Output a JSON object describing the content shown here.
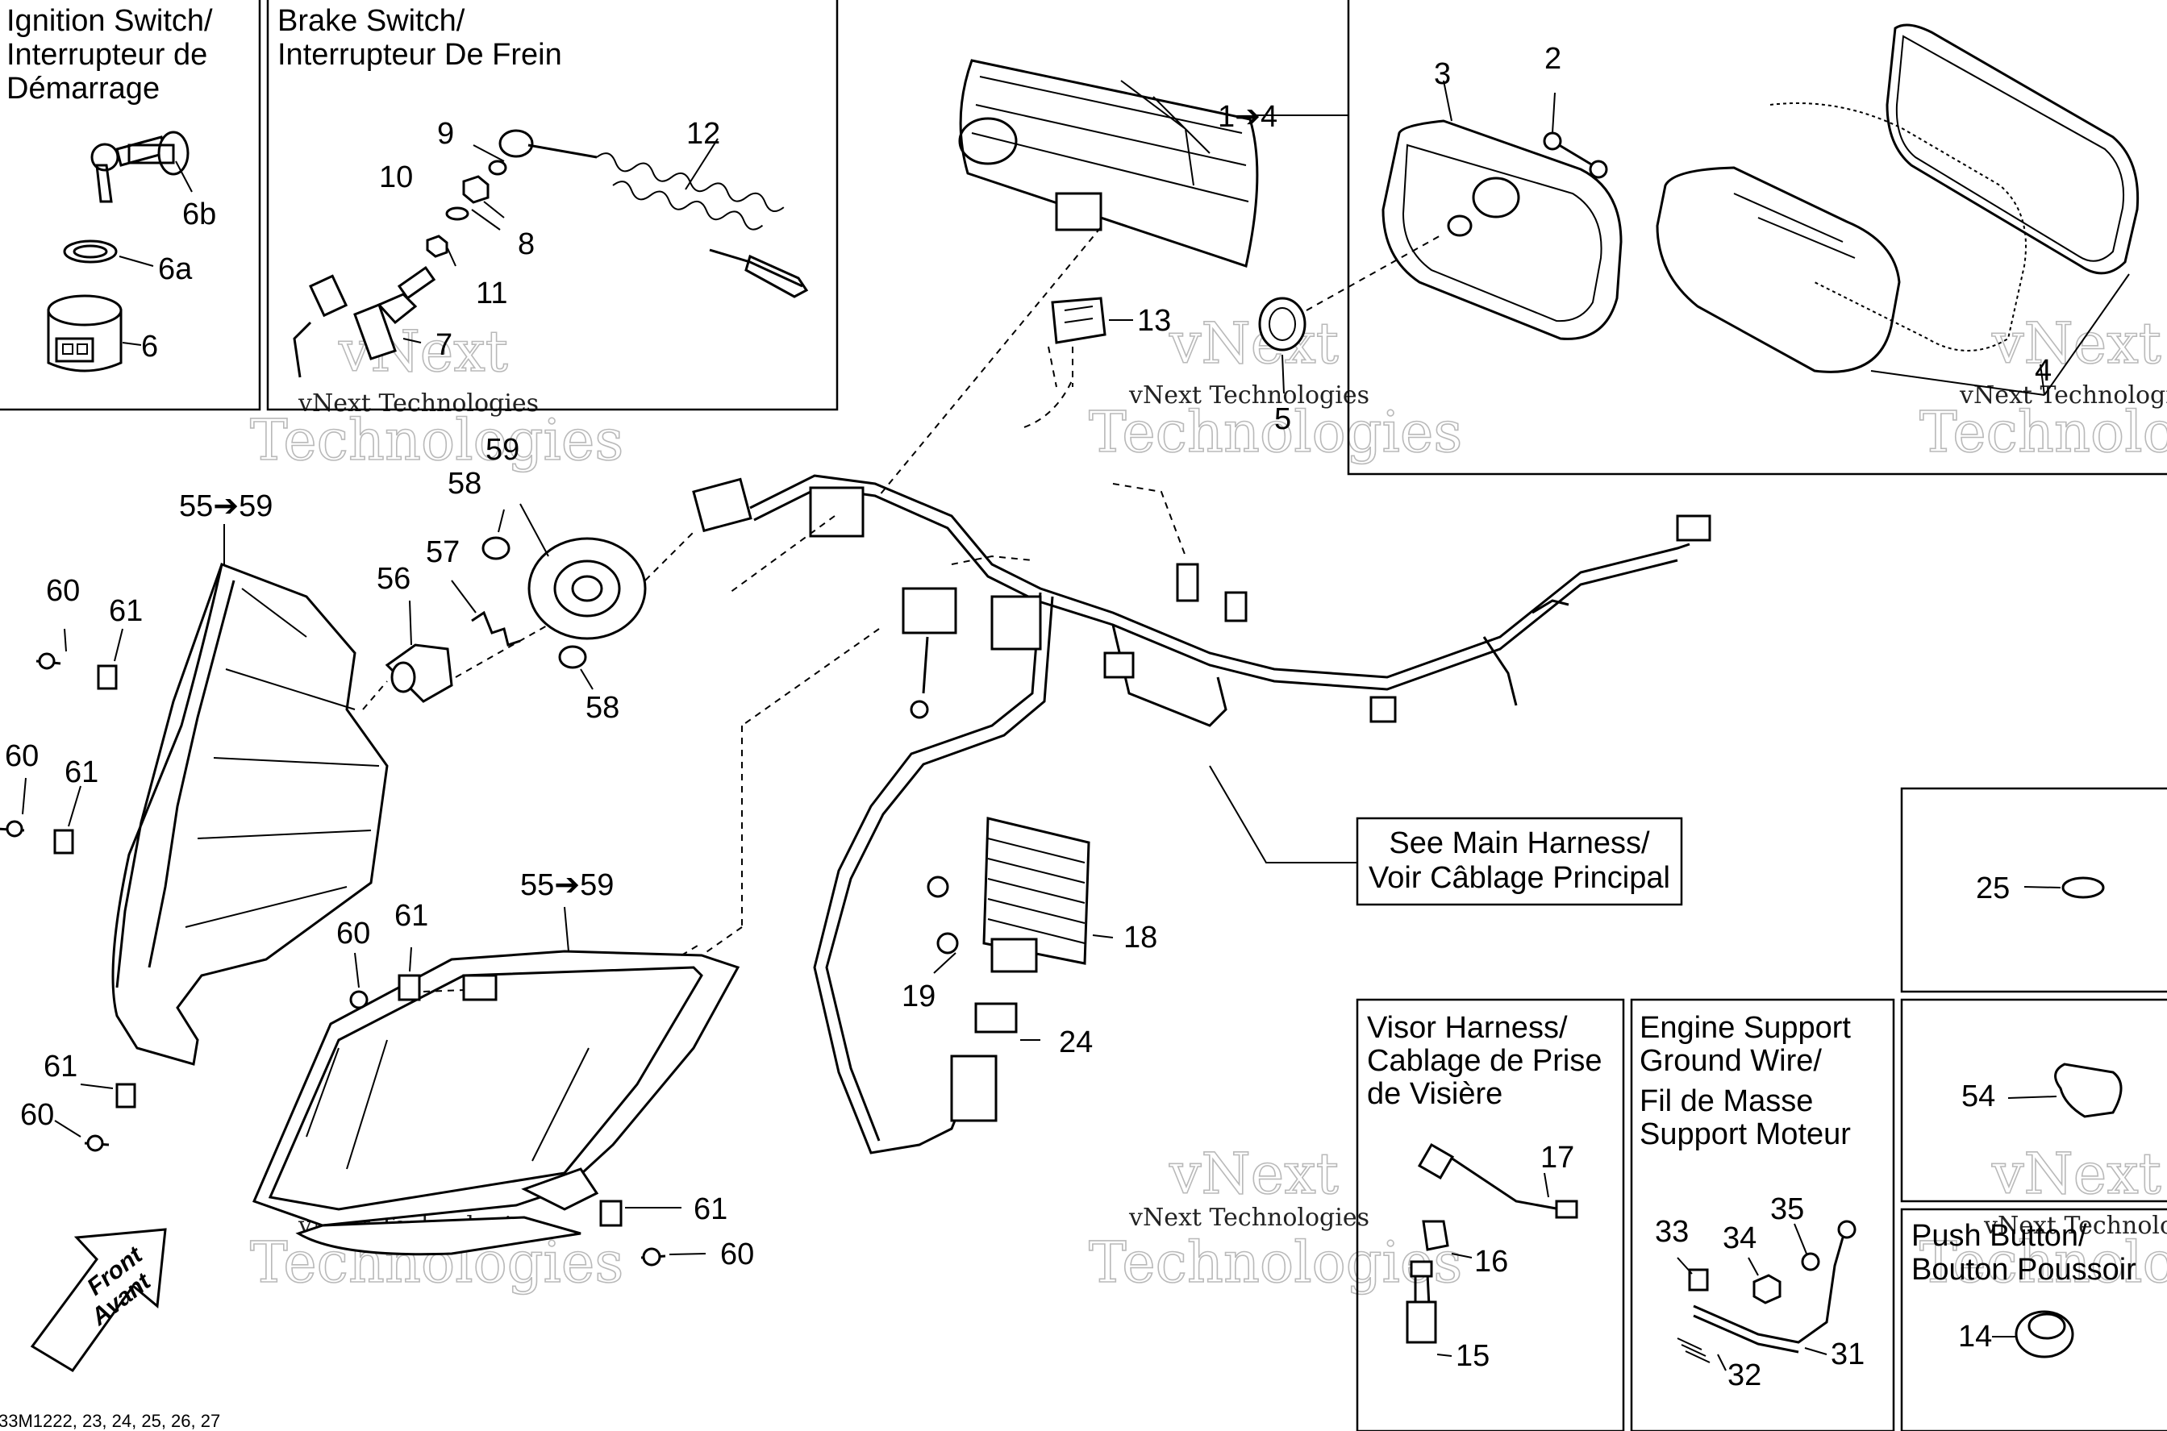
{
  "boxes": {
    "ignition": {
      "title_1": "Ignition Switch/",
      "title_2": "Interrupteur de",
      "title_3": "Démarrage"
    },
    "brake": {
      "title_1": "Brake Switch/",
      "title_2": "Interrupteur De Frein"
    },
    "main_harness": {
      "line_1": "See Main Harness/",
      "line_2": "Voir Câblage Principal"
    },
    "visor": {
      "line_1": "Visor Harness/",
      "line_2": "Cablage de Prise",
      "line_3": "de Visière"
    },
    "engine_ground": {
      "line_1": "Engine Support",
      "line_2": "Ground Wire/",
      "line_3": "Fil de Masse",
      "line_4": "Support Moteur"
    },
    "push_button": {
      "line_1": "Push Button/",
      "line_2": "Bouton Poussoir"
    }
  },
  "callouts": {
    "c6b": "6b",
    "c6a": "6a",
    "c6": "6",
    "c9": "9",
    "c10": "10",
    "c8": "8",
    "c11": "11",
    "c12": "12",
    "c7": "7",
    "c1to4": "1➔4",
    "c3": "3",
    "c2": "2",
    "c4": "4",
    "c5": "5",
    "c13": "13",
    "c55to59_a": "55➔59",
    "c59": "59",
    "c58_a": "58",
    "c57": "57",
    "c56": "56",
    "c58_b": "58",
    "c60_a": "60",
    "c61_a": "61",
    "c60_b": "60",
    "c61_b": "61",
    "c61_c": "61",
    "c60_c": "60",
    "c55to59_b": "55➔59",
    "c60_d": "60",
    "c61_d": "61",
    "c61_e": "61",
    "c60_e": "60",
    "c18": "18",
    "c19": "19",
    "c24": "24",
    "c25": "25",
    "c54": "54",
    "c14": "14",
    "c17": "17",
    "c16": "16",
    "c15": "15",
    "c33": "33",
    "c34": "34",
    "c35": "35",
    "c31": "31",
    "c32": "32"
  },
  "front_arrow": {
    "line_1": "Front",
    "line_2": "Avant"
  },
  "watermark": {
    "line_1": "vNext Technologies",
    "brand": "vNext",
    "line_2": "Technologies"
  },
  "footer": {
    "code": "33M1222, 23, 24, 25, 26, 27"
  }
}
